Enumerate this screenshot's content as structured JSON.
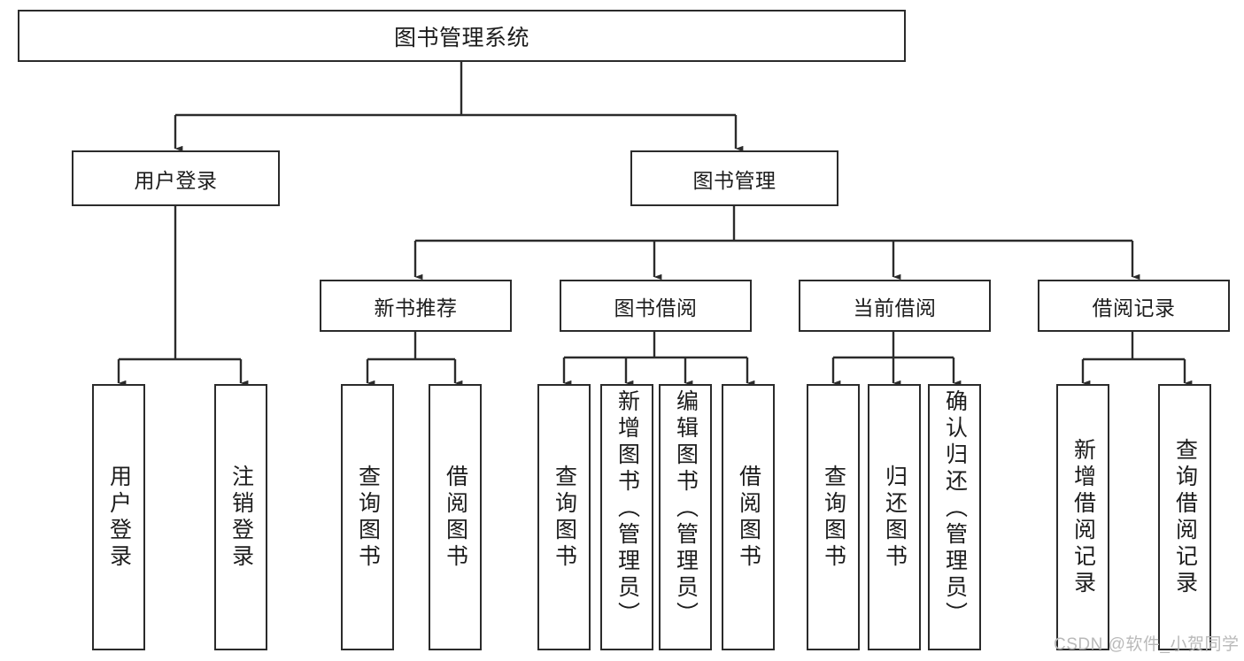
{
  "diagram": {
    "type": "tree-hierarchy-chart",
    "title": "图书管理系统",
    "colors": {
      "box_border": "#2b2b2b",
      "box_fill": "#ffffff",
      "connector": "#2b2b2b",
      "text": "#1c1c1c",
      "watermark": "#b9b9b9",
      "background": "#ffffff"
    },
    "root": {
      "label": "图书管理系统"
    },
    "level2": [
      {
        "label": "用户登录"
      },
      {
        "label": "图书管理"
      }
    ],
    "level3": [
      {
        "label": "新书推荐"
      },
      {
        "label": "图书借阅"
      },
      {
        "label": "当前借阅"
      },
      {
        "label": "借阅记录"
      }
    ],
    "leaves": {
      "user_login": [
        {
          "label": "用户登录"
        },
        {
          "label": "注销登录"
        }
      ],
      "new_book_recommend": [
        {
          "label": "查询图书"
        },
        {
          "label": "借阅图书"
        }
      ],
      "book_borrow": [
        {
          "label": "查询图书"
        },
        {
          "label": "新增图书（管理员）"
        },
        {
          "label": "编辑图书（管理员）"
        },
        {
          "label": "借阅图书"
        }
      ],
      "current_borrow": [
        {
          "label": "查询图书"
        },
        {
          "label": "归还图书"
        },
        {
          "label": "确认归还（管理员）"
        }
      ],
      "borrow_record": [
        {
          "label": "新增借阅记录"
        },
        {
          "label": "查询借阅记录"
        }
      ]
    },
    "watermark": "CSDN @软件_小贺同学"
  }
}
